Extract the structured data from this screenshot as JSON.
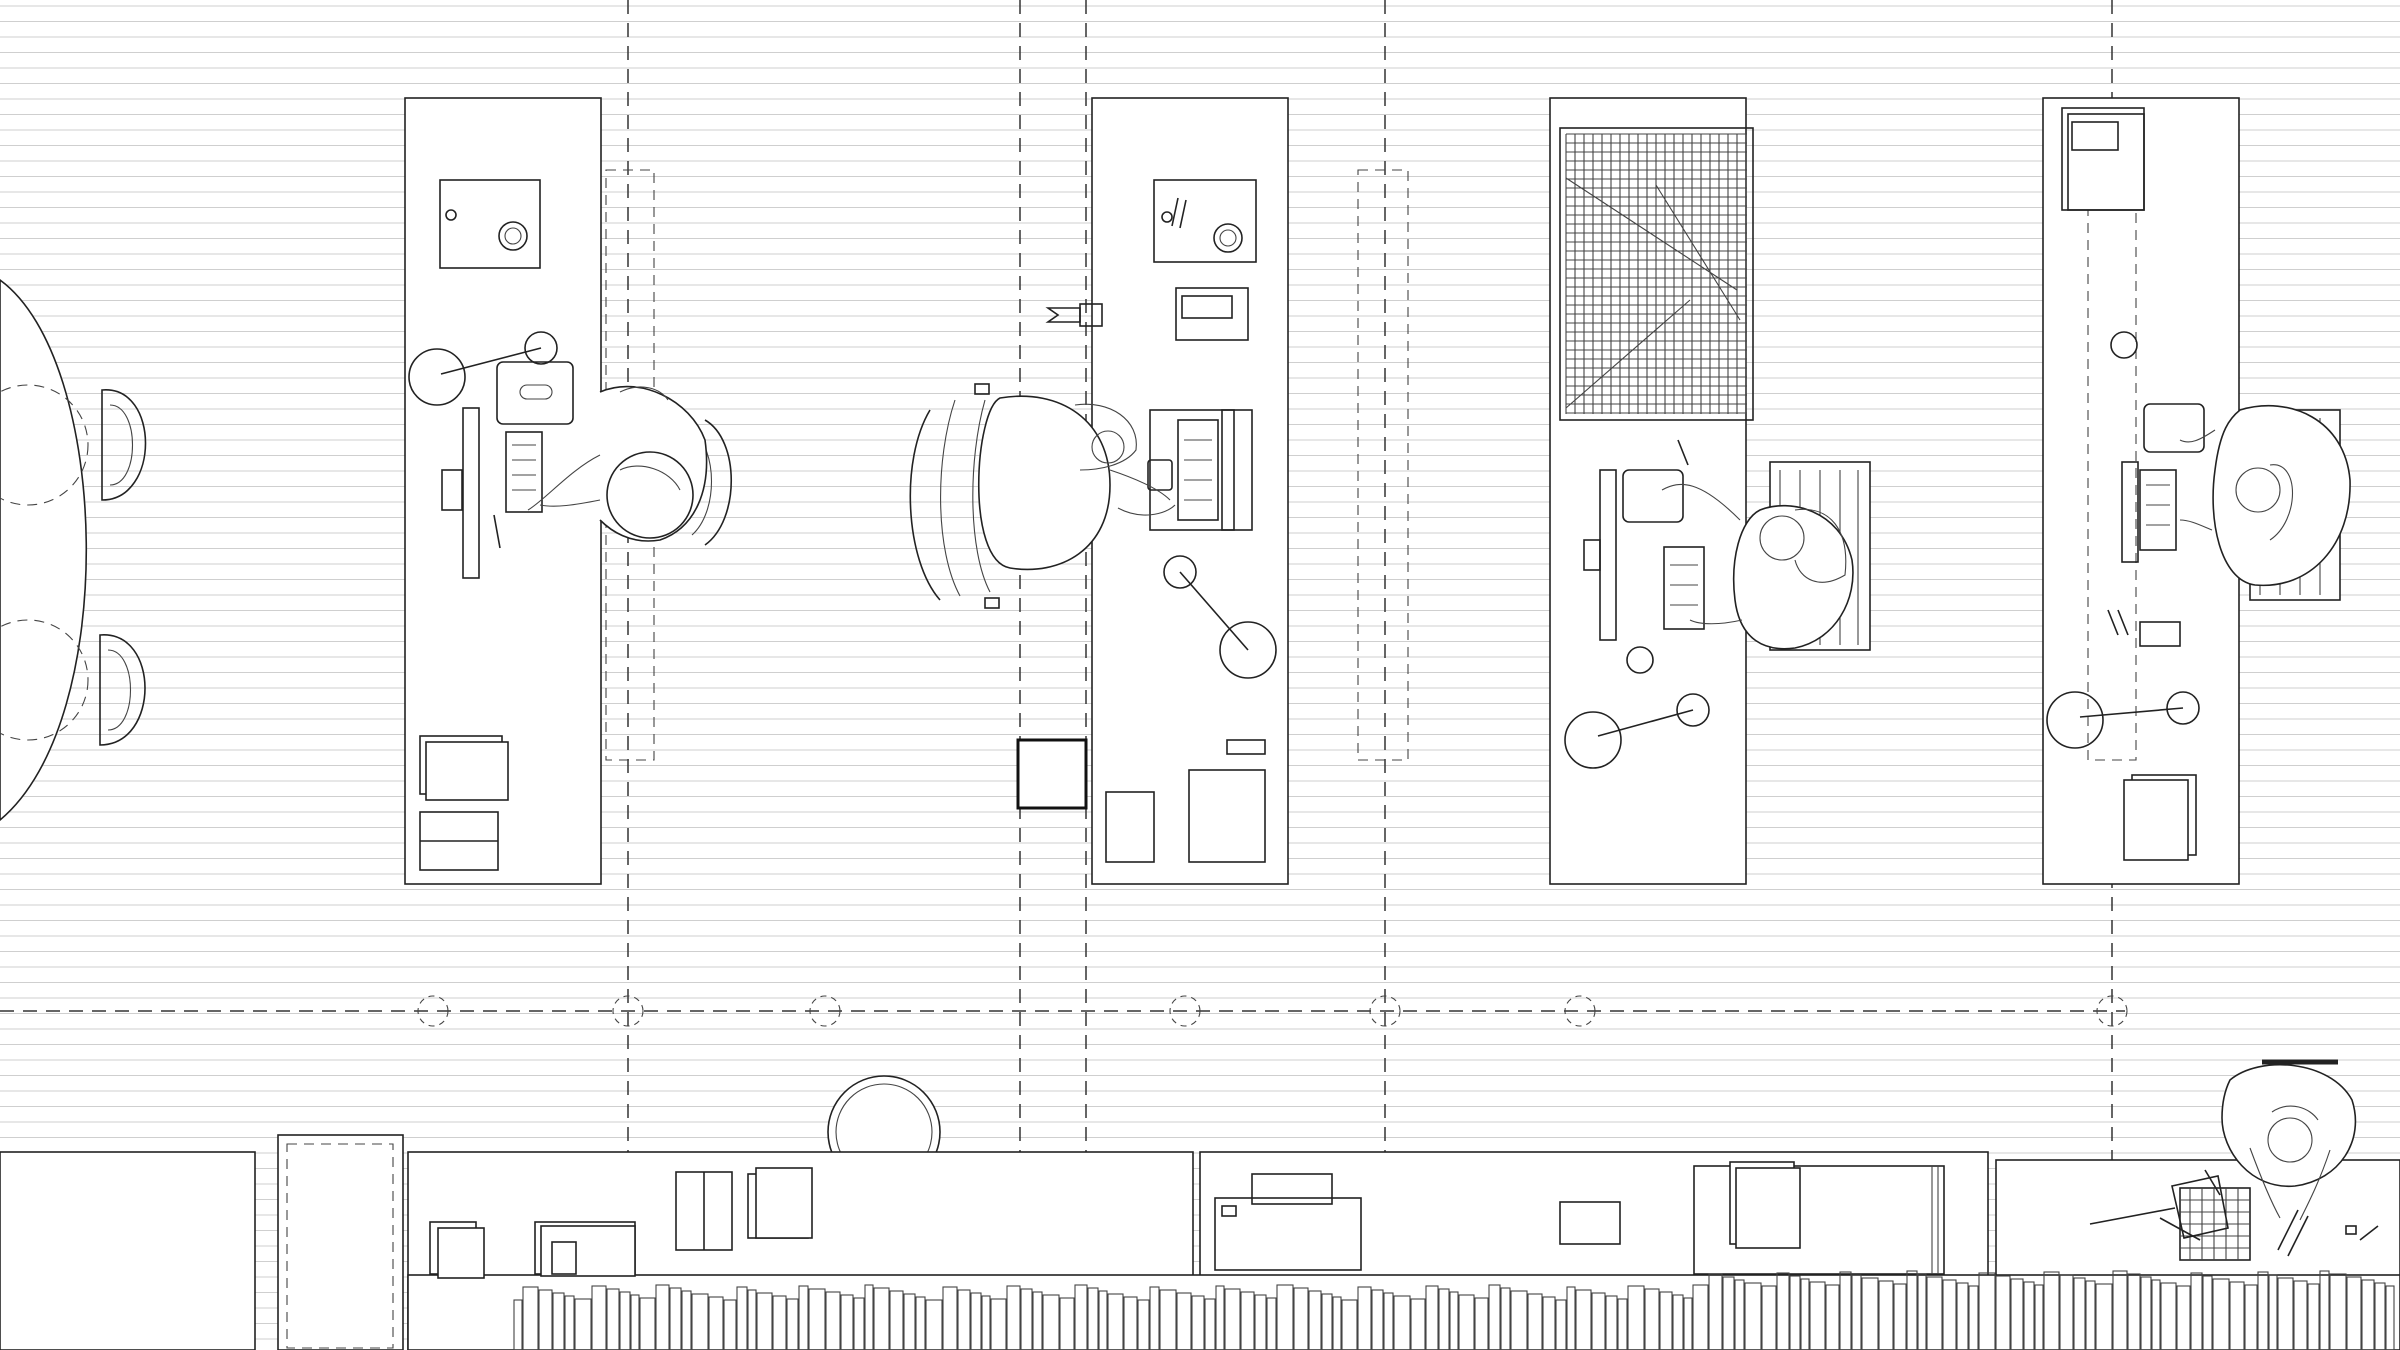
{
  "drawing": {
    "kind": "architectural-floor-plan",
    "view": "top-down",
    "background": "#ffffff",
    "line_color": "#222222",
    "floor_line_color": "#cfcfcf",
    "desks": 4,
    "people": 5
  }
}
